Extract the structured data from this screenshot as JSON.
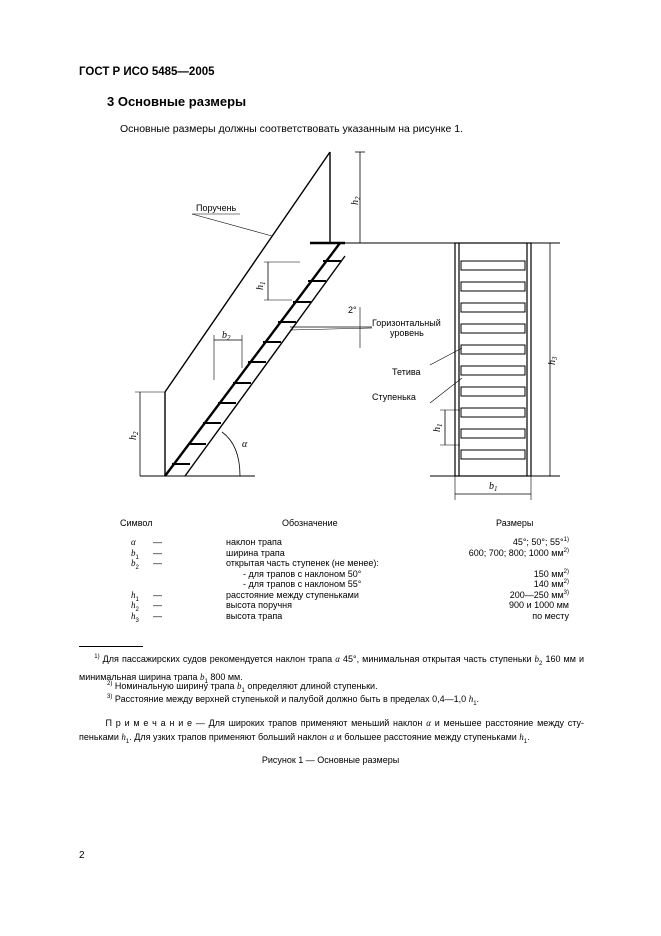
{
  "header": "ГОСТ Р ИСО 5485—2005",
  "section_title": "3  Основные размеры",
  "intro_text": "Основные размеры должны соответствовать указанным на рисунке 1.",
  "figure": {
    "label_handrail": "Поручень",
    "label_horizontal_1": "Горизонтальный",
    "label_horizontal_2": "уровень",
    "label_stringer": "Тетива",
    "label_step": "Ступенька",
    "label_h2_top": "h",
    "label_h2_top_sub": "2",
    "label_h1_left": "h",
    "label_h1_left_sub": "1",
    "label_b2": "b",
    "label_b2_sub": "2",
    "label_2deg": "2°",
    "label_h2_left": "h",
    "label_h2_left_sub": "2",
    "label_alpha": "α",
    "label_h3": "h",
    "label_h3_sub": "3",
    "label_h1_right": "h",
    "label_h1_right_sub": "1",
    "label_b1": "b",
    "label_b1_sub": "1"
  },
  "table": {
    "headers": [
      "Символ",
      "Обозначение",
      "Размеры"
    ],
    "rows": [
      {
        "symbol": "α",
        "sub": "",
        "dash": "—",
        "desc": "наклон трапа",
        "value": "45°; 50°; 55°",
        "sup": "1)"
      },
      {
        "symbol": "b",
        "sub": "1",
        "dash": "—",
        "desc": "ширина трапа",
        "value": "600; 700; 800; 1000 мм",
        "sup": "2)"
      },
      {
        "symbol": "b",
        "sub": "2",
        "dash": "—",
        "desc": "открытая часть ступенек (не менее):",
        "value": "",
        "sup": ""
      },
      {
        "symbol": "",
        "sub": "",
        "dash": "",
        "desc": "- для трапов с наклоном 50°",
        "value": "150 мм",
        "sup": "2)"
      },
      {
        "symbol": "",
        "sub": "",
        "dash": "",
        "desc": "- для трапов с наклоном 55°",
        "value": "140 мм",
        "sup": "2)"
      },
      {
        "symbol": "h",
        "sub": "1",
        "dash": "—",
        "desc": "расстояние между ступеньками",
        "value": "200—250 мм",
        "sup": "3)"
      },
      {
        "symbol": "h",
        "sub": "2",
        "dash": "—",
        "desc": "высота поручня",
        "value": "900 и 1000 мм",
        "sup": ""
      },
      {
        "symbol": "h",
        "sub": "3",
        "dash": "—",
        "desc": "высота трапа",
        "value": "по месту",
        "sup": ""
      }
    ]
  },
  "footnotes": {
    "fn1_mark": "1)",
    "fn1_a": "Для пассажирских судов рекомендуется наклон трапа",
    "fn1_alpha": "α",
    "fn1_b": "45°, минимальная открытая часть ступеньки",
    "fn1_b2": "b",
    "fn1_b2_sub": "2",
    "fn1_c": "160 мм и минимальная ширина трапа",
    "fn1_b1": "b",
    "fn1_b1_sub": "1",
    "fn1_d": "800 мм.",
    "fn2_mark": "2)",
    "fn2_a": "Номинальную ширину трапа",
    "fn2_b1": "b",
    "fn2_b1_sub": "1",
    "fn2_b": "определяют длиной ступеньки.",
    "fn3_mark": "3)",
    "fn3_a": "Расстояние между верхней ступенькой и палубой должно быть в пределах 0,4—1,0",
    "fn3_h": "h",
    "fn3_h_sub": "1",
    "fn3_end": "."
  },
  "note": {
    "lead": "П р и м е ч а н и е",
    "a": " — Для широких трапов применяют меньший наклон ",
    "alpha1": "α",
    "b": " и меньшее расстояние между сту-пеньками ",
    "h1": "h",
    "h1_sub": "1",
    "c": ". Для узких трапов применяют больший наклон ",
    "alpha2": "α",
    "d": " и большее расстояние между ступеньками ",
    "h2": "h",
    "h2_sub": "1",
    "e": "."
  },
  "caption": "Рисунок 1 — Основные размеры",
  "page_number": "2"
}
